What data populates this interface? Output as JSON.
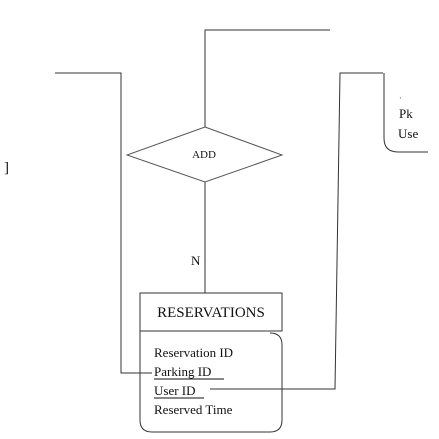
{
  "diagram": {
    "relationship": {
      "label": "ADD"
    },
    "cardinality": {
      "label": "N"
    },
    "entity": {
      "name": "RESERVATIONS",
      "attributes": [
        {
          "label": "Reservation ID",
          "underlined": false
        },
        {
          "label": "Parking ID",
          "underlined": true
        },
        {
          "label": "User ID",
          "underlined": true
        },
        {
          "label": "Reserved Time",
          "underlined": false
        }
      ]
    },
    "partial_entity": {
      "accent_text": "Pk",
      "text": "Use",
      "accent_color": "#cc0000"
    },
    "left_edge_mark": "]"
  }
}
